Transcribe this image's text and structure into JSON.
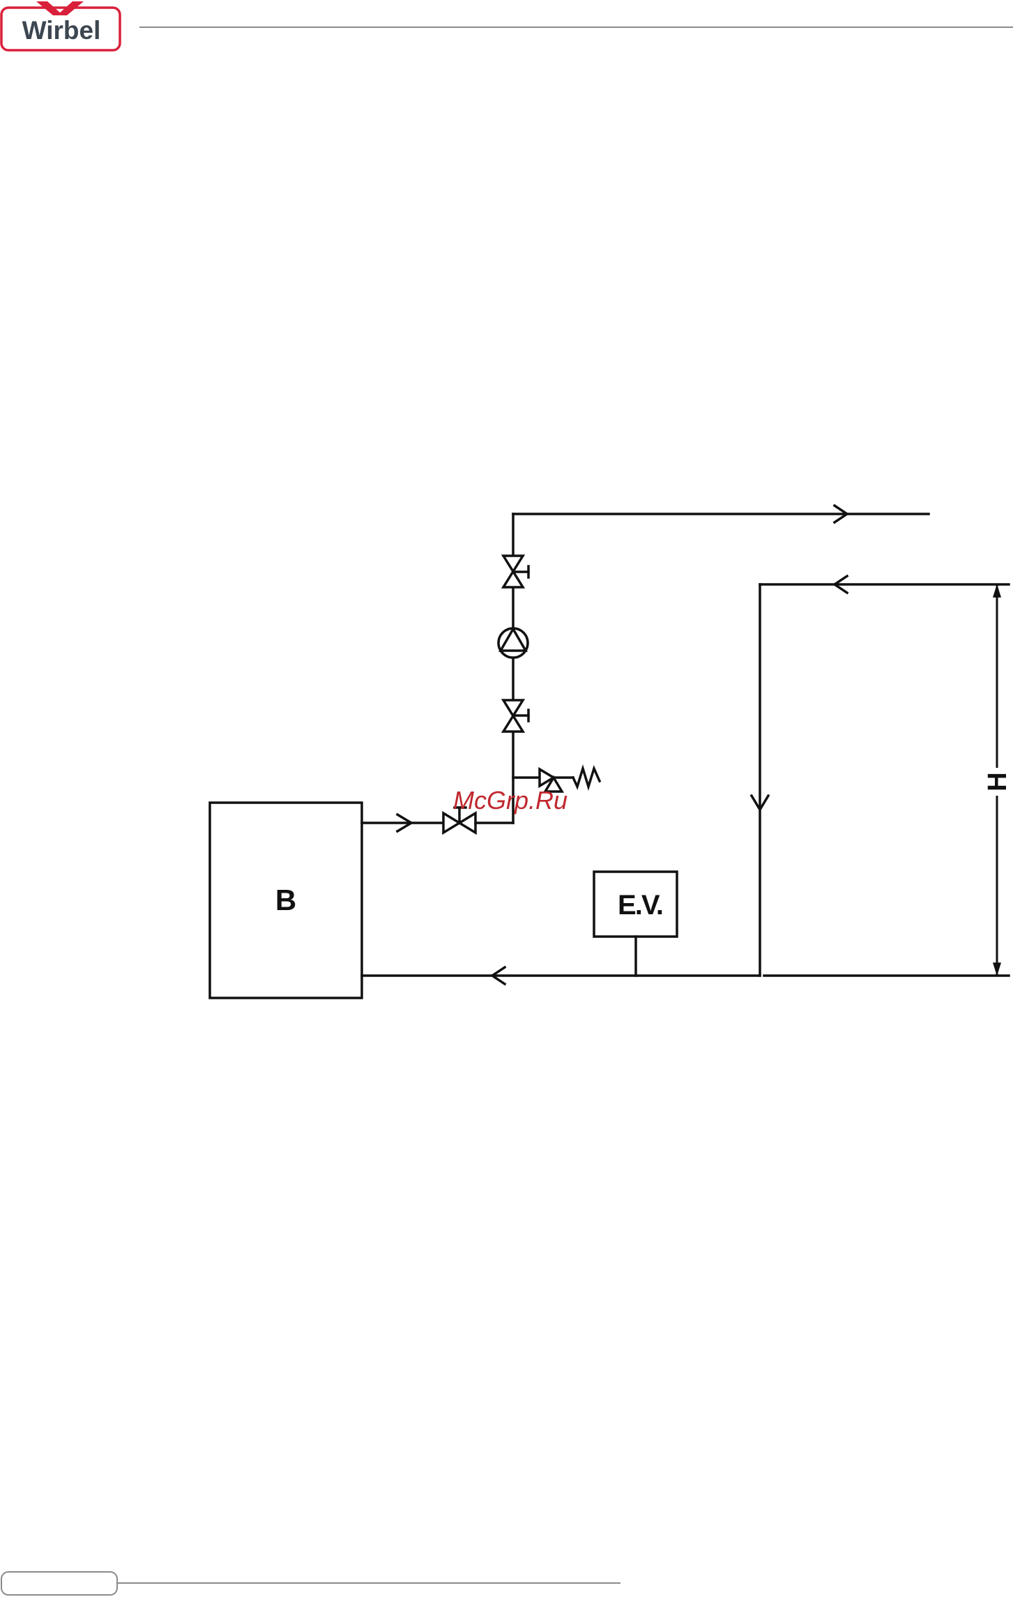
{
  "header": {
    "logo_text": "Wirbel",
    "brand_color": "#d9203a",
    "logo_text_color": "#3c4650"
  },
  "diagram": {
    "boiler_label": "B",
    "expansion_vessel_label": "E.V.",
    "height_label": "H",
    "line_color": "#111111"
  },
  "watermark": {
    "text": "McGrp.Ru",
    "color": "#c0282e"
  },
  "footer": {
    "page_box_label": ""
  }
}
